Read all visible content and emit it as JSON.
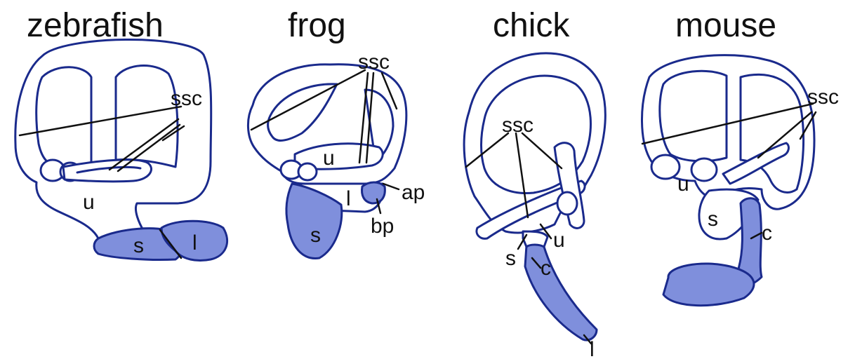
{
  "panels": [
    {
      "title": "zebrafish",
      "labels": {
        "ssc": "ssc",
        "u": "u",
        "s": "s",
        "l": "l"
      }
    },
    {
      "title": "frog",
      "labels": {
        "ssc": "ssc",
        "u": "u",
        "l": "l",
        "s": "s",
        "ap": "ap",
        "bp": "bp"
      }
    },
    {
      "title": "chick",
      "labels": {
        "ssc": "ssc",
        "u": "u",
        "s": "s",
        "c": "c",
        "l": "l"
      }
    },
    {
      "title": "mouse",
      "labels": {
        "ssc": "ssc",
        "u": "u",
        "s": "s",
        "c": "c"
      }
    }
  ],
  "colors": {
    "outline": "#1a2a8c",
    "sensory": "#7f8fdc",
    "background": "#ffffff"
  }
}
